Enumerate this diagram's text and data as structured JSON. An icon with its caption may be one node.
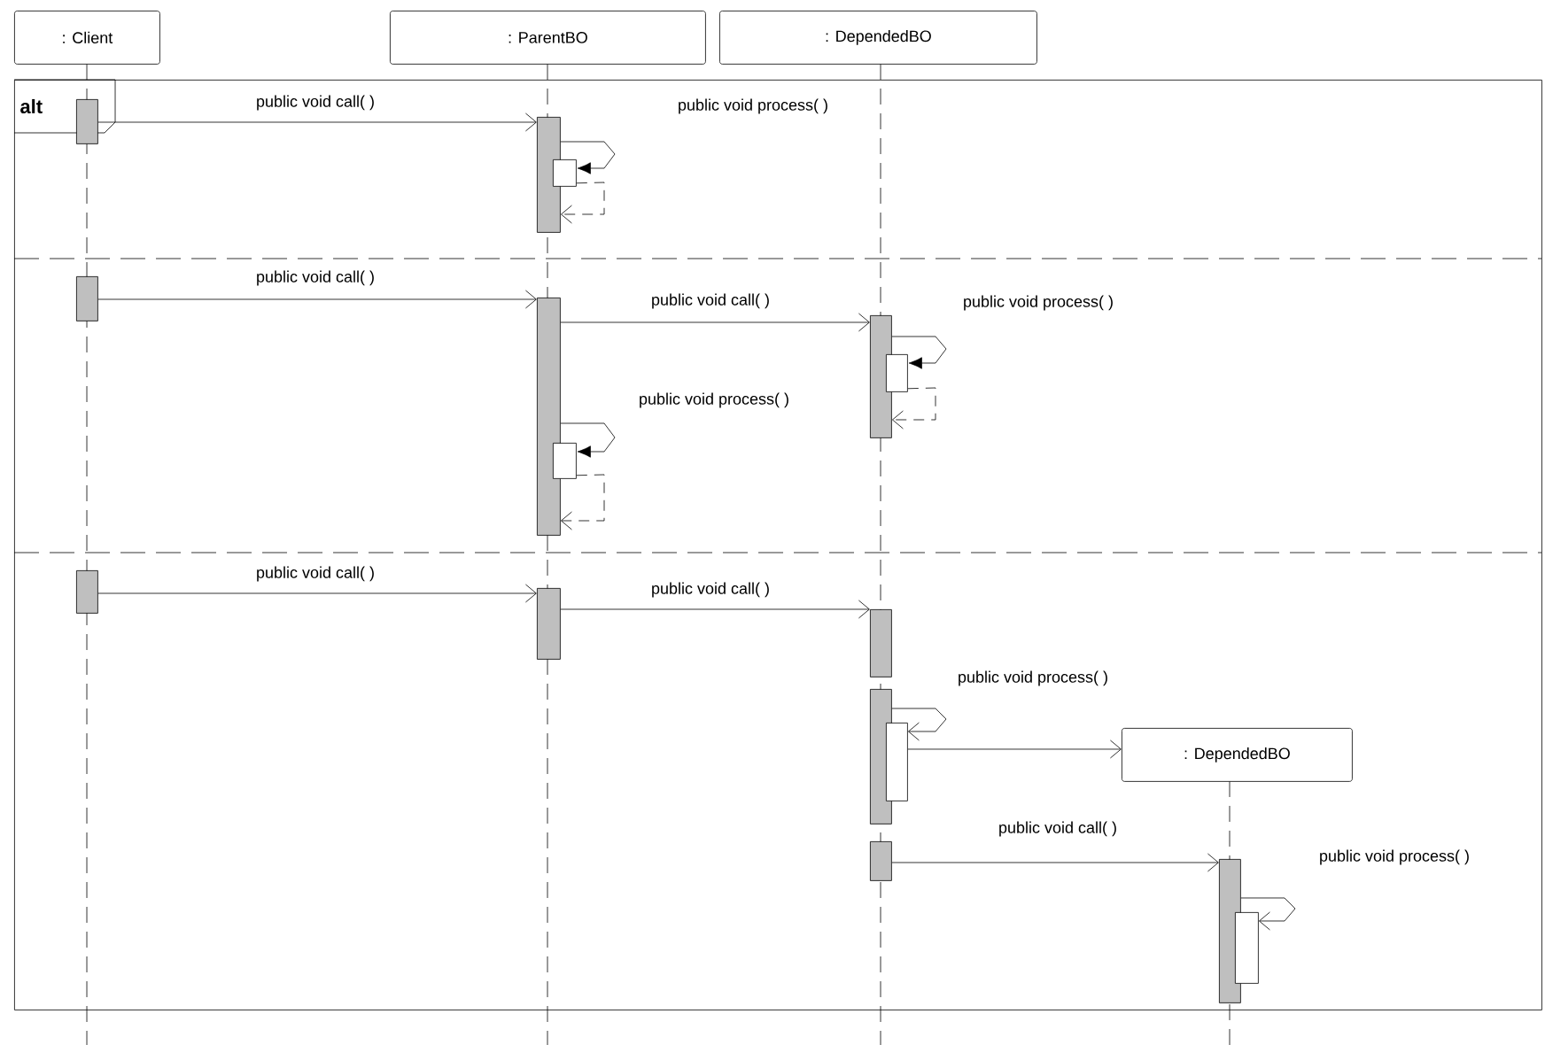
{
  "diagram": {
    "nodes": [
      {
        "text": [
          ": Client"
        ]
      },
      {
        "text": [
          ": ParentBO"
        ]
      },
      {
        "text": [
          ": DependedBO"
        ]
      },
      {
        "text": [
          "alt"
        ]
      },
      {
        "text": [],
        "shape": "bar",
        "in": 3
      },
      {
        "text": [],
        "shape": "bar",
        "in": 3
      },
      {
        "text": [],
        "shape": "bar",
        "in": 3
      },
      {
        "text": [],
        "shape": "bar",
        "in": 3
      },
      {
        "text": [],
        "shape": "bar",
        "in": 3
      },
      {
        "text": [],
        "shape": "bar",
        "in": 3
      },
      {
        "text": [],
        "shape": "bar",
        "in": 3
      },
      {
        "text": [],
        "shape": "bar",
        "in": 3
      },
      {
        "text": [],
        "shape": "bar",
        "in": 3
      },
      {
        "text": [],
        "shape": "bar",
        "in": 3
      },
      {
        "text": [],
        "shape": "bar",
        "in": 3
      },
      {
        "text": [],
        "shape": "bar",
        "in": 3
      },
      {
        "text": [],
        "shape": "bar",
        "in": 3
      },
      {
        "text": [
          ": DependedBO"
        ],
        "in": 3
      },
      {
        "text": [],
        "shape": "bar",
        "in": 3
      },
      {
        "text": [],
        "shape": "bar",
        "in": 3
      },
      {
        "text": [],
        "shape": "bar",
        "in": 3
      }
    ],
    "edges": [
      {
        "from": 4,
        "to": 5,
        "arrow": "to",
        "label": "public void  call( )"
      },
      {
        "from": 5,
        "to": 6,
        "arrow": "to",
        "label": "public void  process( )"
      },
      {
        "from": 6,
        "to": 5,
        "arrow": "to",
        "style": "dashed"
      },
      {
        "from": 7,
        "to": 8,
        "arrow": "to",
        "label": "public void  call( )"
      },
      {
        "from": 8,
        "to": 9,
        "arrow": "to",
        "label": "public void  call( )"
      },
      {
        "from": 9,
        "to": 10,
        "arrow": "to",
        "label": "public void  process( )"
      },
      {
        "from": 10,
        "to": 9,
        "arrow": "to",
        "style": "dashed"
      },
      {
        "from": 8,
        "to": 11,
        "arrow": "to",
        "label": "public void  process( )"
      },
      {
        "from": 11,
        "to": 8,
        "arrow": "to",
        "style": "dashed"
      },
      {
        "from": 12,
        "to": 13,
        "arrow": "to",
        "label": "public void  call( )"
      },
      {
        "from": 13,
        "to": 14,
        "arrow": "to",
        "label": "public void  call( )"
      },
      {
        "from": 15,
        "to": 16,
        "arrow": "to",
        "label": "public void  process( )"
      },
      {
        "from": 16,
        "to": 17,
        "arrow": "to"
      },
      {
        "from": 18,
        "to": 19,
        "arrow": "to",
        "label": "public void  call( )"
      },
      {
        "from": 19,
        "to": 20,
        "arrow": "to",
        "label": "public void  process( )"
      }
    ]
  }
}
